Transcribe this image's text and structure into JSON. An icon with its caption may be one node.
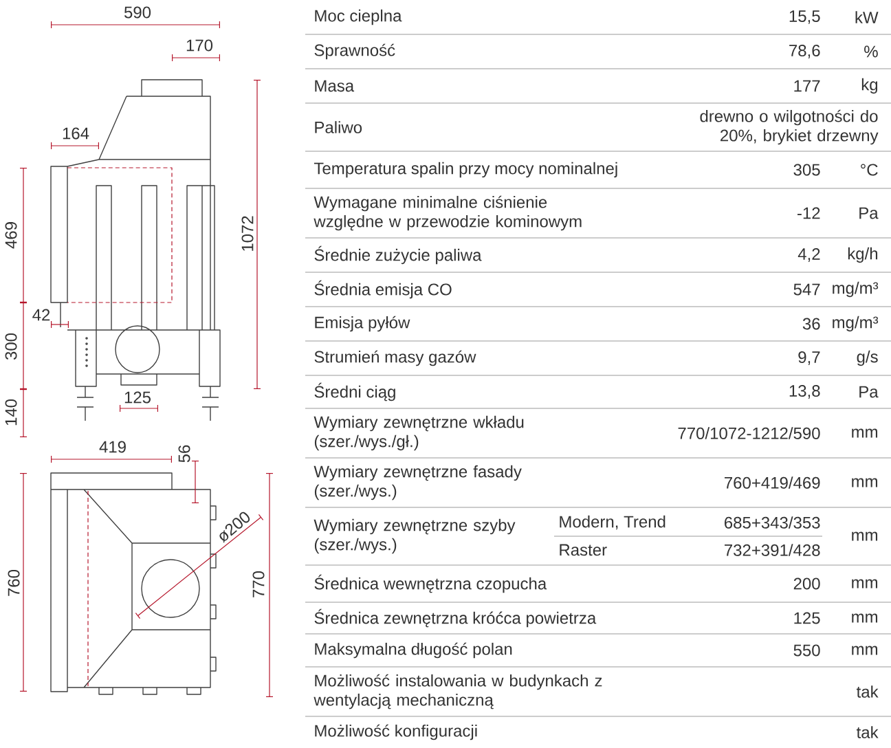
{
  "diagram": {
    "labels": [
      "590",
      "170",
      "164",
      "469",
      "1072",
      "42",
      "300",
      "125",
      "140",
      "419",
      "56",
      "760",
      "ø200",
      "770",
      "Moc cieplna",
      "15,5",
      "kW",
      "Sprawność",
      "78,6",
      "%",
      "Masa",
      "177",
      "kg",
      "Paliwo",
      "drewno o wilgotności do 20%, brykiet drzewny",
      "Temperatura spalin przy mocy nominalnej",
      "305",
      "°C",
      "Wymagane minimalne ciśnienie względne w przewodzie kominowym",
      "-12",
      "Pa",
      "Średnie zużycie paliwa",
      "4,2",
      "kg/h",
      "Średnia emisja CO",
      "547",
      "mg/m³",
      "Emisja pyłów",
      "36",
      "mg/m³",
      "Strumień masy gazów",
      "9,7",
      "g/s",
      "Średni ciąg",
      "13,8",
      "Pa",
      "Wymiary zewnętrzne wkładu (szer./wys./gł.)",
      "770/1072-1212/590",
      "mm",
      "Wymiary zewnętrzne fasady (szer./wys.)",
      "760+419/469",
      "mm",
      "Wymiary zewnętrzne szyby (szer./wys.)",
      "Modern, Trend",
      "685+343/353",
      "Raster",
      "732+391/428",
      "mm",
      "Średnica wewnętrzna czopucha",
      "200",
      "mm",
      "Średnica zewnętrzna króćca powietrza",
      "125",
      "mm",
      "Maksymalna długość polan",
      "550",
      "mm",
      "Możliwość instalowania w budynkach z wentylacją mechaniczną",
      "tak",
      "Możliwość konfiguracji",
      "tak"
    ]
  }
}
